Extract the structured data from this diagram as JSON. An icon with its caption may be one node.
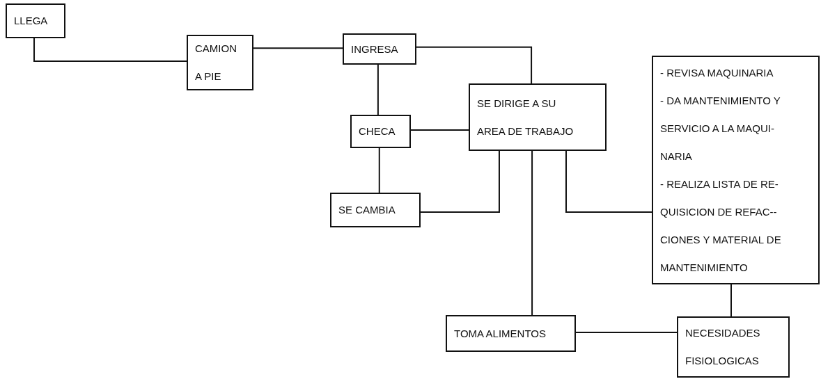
{
  "diagram": {
    "nodes": [
      {
        "text": [
          "LLEGA"
        ]
      },
      {
        "text": [
          "CAMION A PIE"
        ]
      },
      {
        "text": [
          "INGRESA"
        ]
      },
      {
        "text": [
          "CHECA"
        ]
      },
      {
        "text": [
          "SE CAMBIA"
        ]
      },
      {
        "text": [
          "SE DIRIGE A SU AREA DE TRABAJO"
        ]
      },
      {
        "text": [
          "- REVISA MAQUINARIA",
          "- DA MANTENIMIENTO Y SERVICIO A LA MAQUI- NARIA",
          "- REALIZA LISTA DE RE- QUISICION DE REFAC-- CIONES Y MATERIAL DE MANTENIMIENTO"
        ]
      },
      {
        "text": [
          "TOMA ALIMENTOS"
        ]
      },
      {
        "text": [
          "NECESIDADES FISIOLOGICAS"
        ]
      }
    ],
    "edges": [
      {
        "from": 0,
        "to": 1,
        "arrow": "none"
      },
      {
        "from": 1,
        "to": 2,
        "arrow": "none"
      },
      {
        "from": 2,
        "to": 5,
        "arrow": "none"
      },
      {
        "from": 2,
        "to": 3,
        "arrow": "none"
      },
      {
        "from": 3,
        "to": 5,
        "arrow": "none"
      },
      {
        "from": 3,
        "to": 4,
        "arrow": "none"
      },
      {
        "from": 4,
        "to": 5,
        "arrow": "none"
      },
      {
        "from": 5,
        "to": 6,
        "arrow": "none"
      },
      {
        "from": 5,
        "to": 7,
        "arrow": "none"
      },
      {
        "from": 7,
        "to": 8,
        "arrow": "none"
      },
      {
        "from": 6,
        "to": 8,
        "arrow": "none"
      }
    ]
  }
}
